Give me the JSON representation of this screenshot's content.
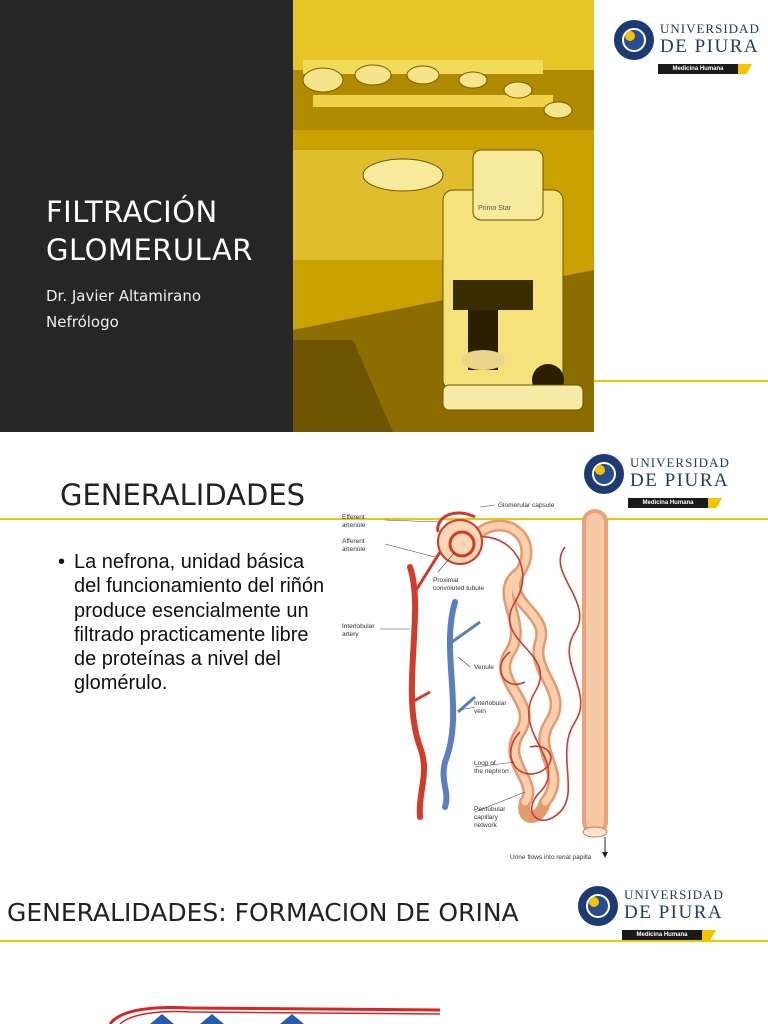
{
  "slide1": {
    "title_line1": "FILTRACIÓN",
    "title_line2": "GLOMERULAR",
    "author": "Dr. Javier Altamirano",
    "role": "Nefrólogo"
  },
  "logo": {
    "line1": "UNIVERSIDAD",
    "line2": "DE PIURA",
    "faculty": "Medicina Humana"
  },
  "slide2": {
    "title": "GENERALIDADES",
    "bullet": "La nefrona, unidad básica del funcionamiento del riñón produce esencialmente un filtrado practicamente libre de proteínas a nivel del glomérulo.",
    "diagram_labels": {
      "glomerular_capsule": "Glomerular capsule",
      "efferent_1": "Efferent",
      "efferent_2": "arteriole",
      "afferent_1": "Afferent",
      "afferent_2": "arteriole",
      "proximal_1": "Proximal",
      "proximal_2": "convoluted tubule",
      "interlobular_artery_1": "Interlobular",
      "interlobular_artery_2": "artery",
      "venule": "Venule",
      "interlobular_vein_1": "Interlobular",
      "interlobular_vein_2": "vein",
      "loop_1": "Loop of",
      "loop_2": "the nephron",
      "peritubular_1": "Peritubular",
      "peritubular_2": "capillary",
      "peritubular_3": "network",
      "urine": "Urine flows into renal papilla"
    }
  },
  "slide3": {
    "title": "GENERALIDADES: FORMACION DE ORINA"
  },
  "colors": {
    "accent_yellow": "#f5c400",
    "dark_panel": "#262626",
    "brand_blue": "#1d3a73",
    "artery_red": "#d23a2a",
    "vein_blue": "#5a7fc0",
    "tubule": "#f4b98e"
  }
}
